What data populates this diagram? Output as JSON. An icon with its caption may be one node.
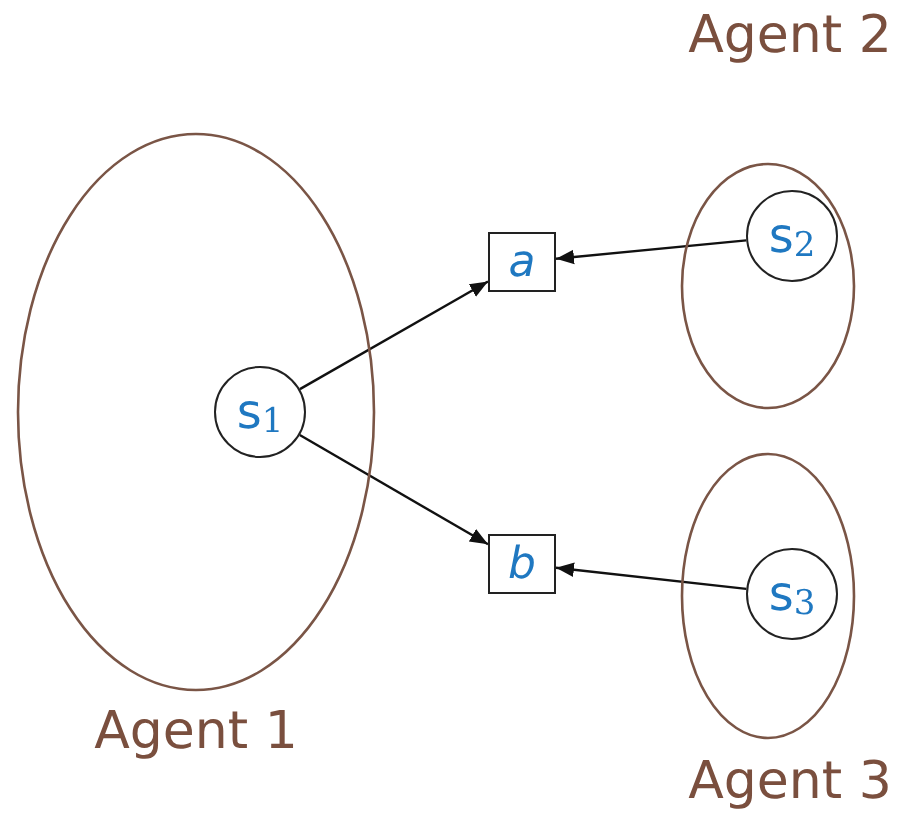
{
  "diagram": {
    "nodes": [
      {
        "text": [
          "Agent 1"
        ]
      },
      {
        "text": [
          "s$_{1}$"
        ],
        "in": 0
      },
      {
        "text": [
          "Agent 2"
        ]
      },
      {
        "text": [
          "s$_{2}$"
        ],
        "in": 2
      },
      {
        "text": [
          "Agent 3"
        ]
      },
      {
        "text": [
          "s$_{3}$"
        ],
        "in": 4
      },
      {
        "text": [
          "a"
        ]
      },
      {
        "text": [
          "b"
        ]
      }
    ],
    "edges": [
      {
        "from": 1,
        "to": 6,
        "arrow": "to"
      },
      {
        "from": 1,
        "to": 7,
        "arrow": "to"
      },
      {
        "from": 3,
        "to": 6,
        "arrow": "to"
      },
      {
        "from": 5,
        "to": 7,
        "arrow": "to"
      }
    ]
  }
}
